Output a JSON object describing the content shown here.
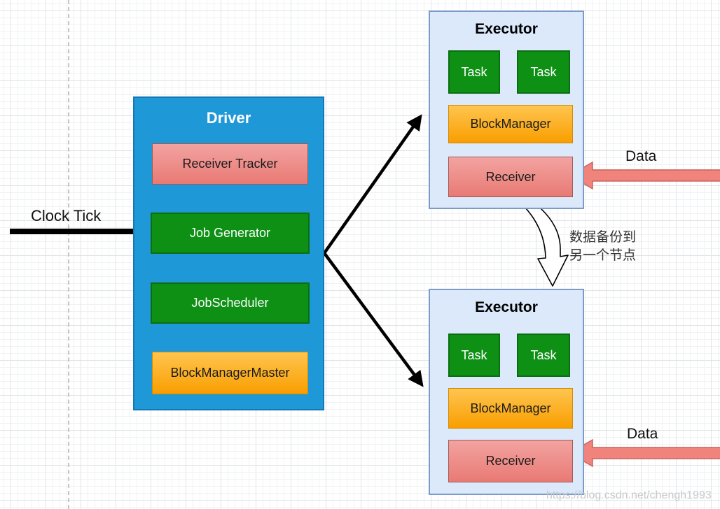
{
  "colors": {
    "canvas_bg": "#ffffff",
    "grid_minor": "#f1f2f3",
    "grid_major": "#e2e4e6",
    "page_break_dash": "#c3c6c9",
    "driver_fill": "#1f98d8",
    "driver_border": "#1579b5",
    "green_fill": "#0e9015",
    "green_border": "#0a6e10",
    "orange_top": "#ffc550",
    "orange_bottom": "#f99e00",
    "orange_border": "#d18a00",
    "pink_top": "#f2a3a1",
    "pink_bottom": "#e97a74",
    "pink_border": "#9e5a55",
    "executor_fill": "#dce9fb",
    "executor_border": "#7b9bc9",
    "data_arrow_fill": "#f0837b",
    "data_arrow_border": "#c9655c",
    "arrow_black": "#000000",
    "note_text": "#333333",
    "watermark_text": "#c6c9cc",
    "title_text_light": "#ffffff",
    "label_text_dark": "#1a1a1a"
  },
  "driver": {
    "title": "Driver",
    "receiver_tracker": "Receiver Tracker",
    "job_generator": "Job Generator",
    "job_scheduler": "JobScheduler",
    "block_manager_master": "BlockManagerMaster"
  },
  "executors": {
    "top": {
      "title": "Executor",
      "task1": "Task",
      "task2": "Task",
      "block_manager": "BlockManager",
      "receiver": "Receiver"
    },
    "bottom": {
      "title": "Executor",
      "task1": "Task",
      "task2": "Task",
      "block_manager": "BlockManager",
      "receiver": "Receiver"
    }
  },
  "labels": {
    "clock_tick": "Clock Tick",
    "data_top": "Data",
    "data_bottom": "Data",
    "backup_note_line1": "数据备份到",
    "backup_note_line2": "另一个节点",
    "watermark": "https://blog.csdn.net/chengh1993"
  }
}
